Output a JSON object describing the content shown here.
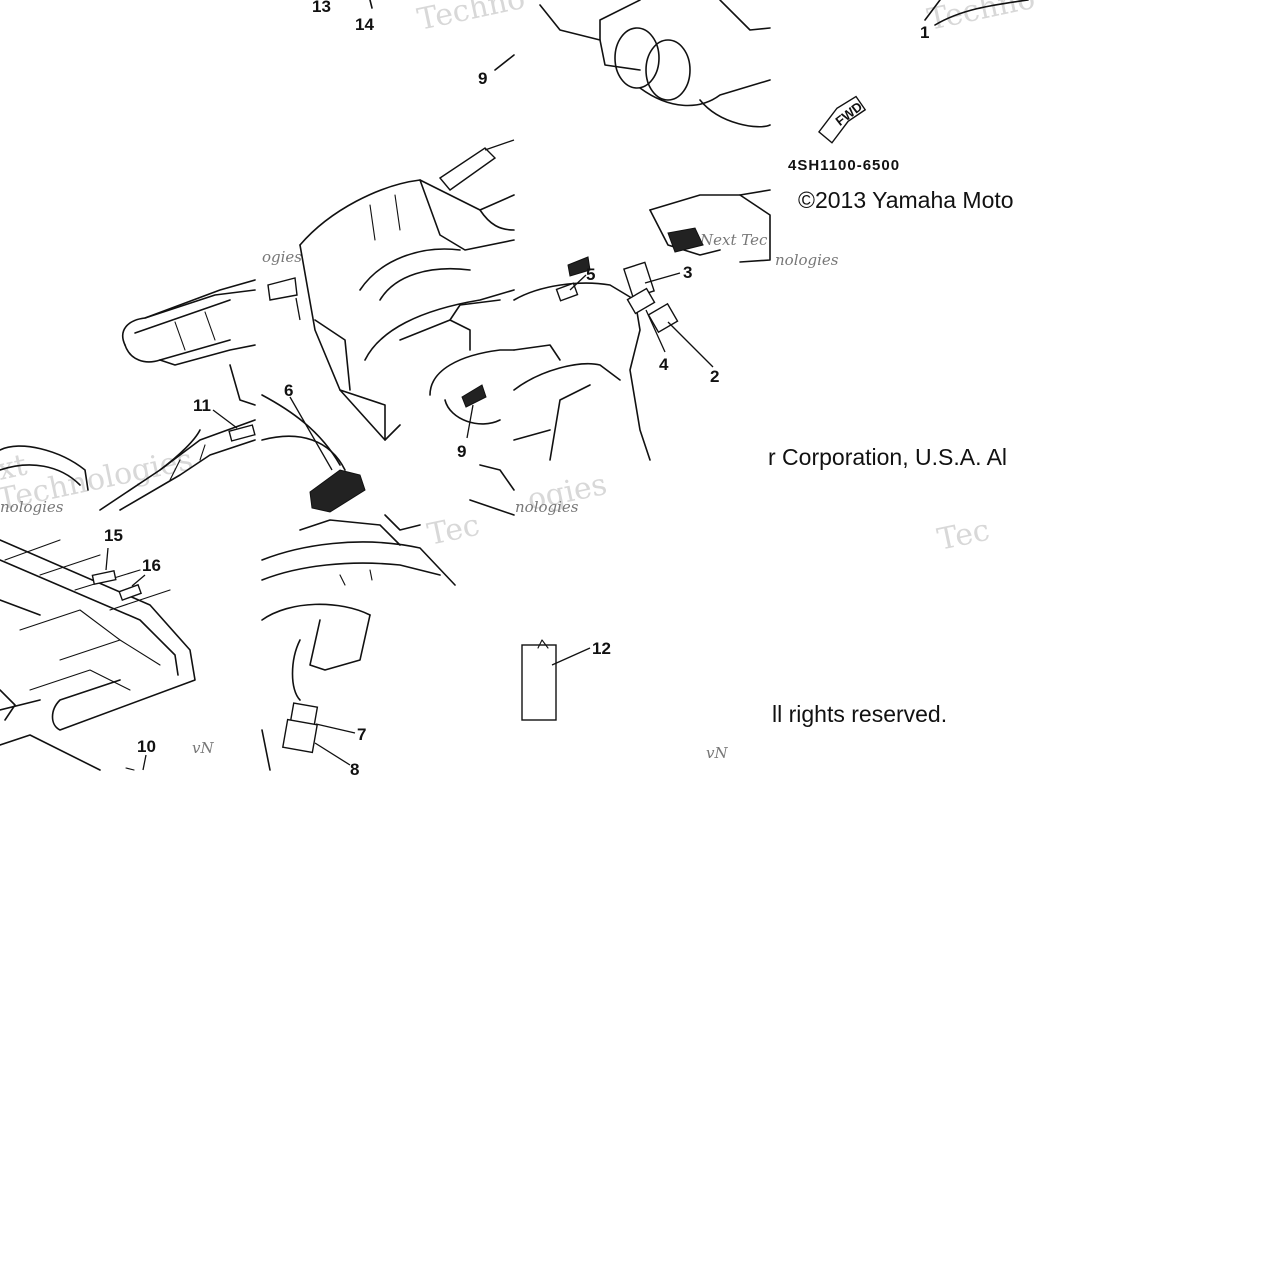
{
  "callouts": {
    "c1": "1",
    "c2": "2",
    "c3": "3",
    "c4": "4",
    "c5": "5",
    "c6": "6",
    "c7": "7",
    "c8": "8",
    "c9a": "9",
    "c9b": "9",
    "c10": "10",
    "c11": "11",
    "c12": "12",
    "c13": "13",
    "c14": "14",
    "c15": "15",
    "c16": "16"
  },
  "part_number": "4SH1100-6500",
  "fwd_label": "FWD",
  "copyright": {
    "line1": "©2013 Yamaha Moto",
    "line2": "r Corporation, U.S.A. Al",
    "line3": "ll rights reserved."
  },
  "watermarks": {
    "techno": "Techno",
    "tec": "Tec",
    "technologies": "Technologies",
    "nologies": "nologies",
    "next_tec": "Next Tec",
    "vn": "vN",
    "xt": "xt",
    "ogies": "ogies"
  }
}
